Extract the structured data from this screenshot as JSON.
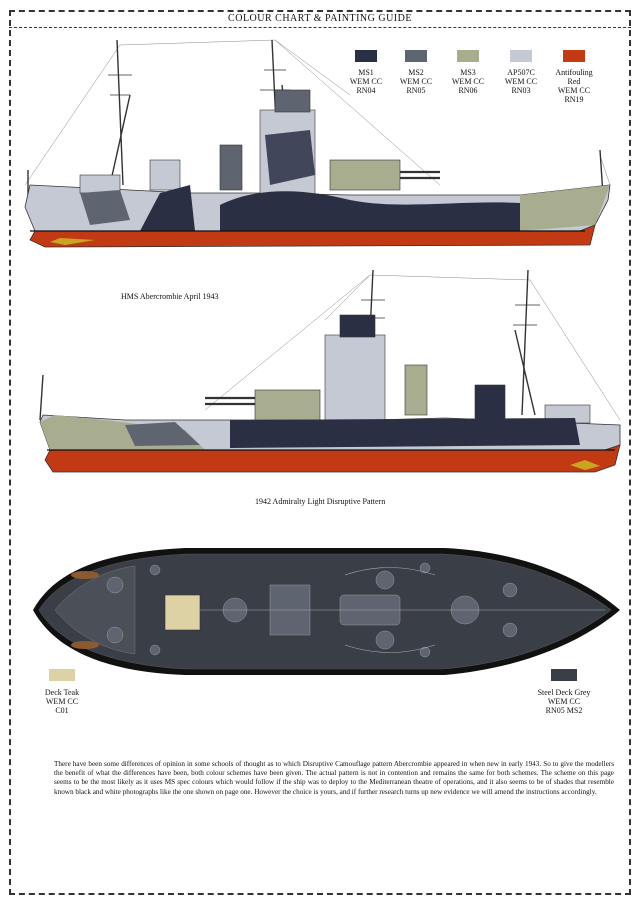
{
  "header": {
    "title": "COLOUR CHART & PAINTING GUIDE"
  },
  "colours": {
    "ms1": "#2a2f44",
    "ms2": "#5e6470",
    "ms3": "#a8ad90",
    "ap507c": "#c5c9d3",
    "red": "#c13a14",
    "teak": "#ddd2a4",
    "deck_grey": "#3a3e47"
  },
  "swatches": [
    {
      "lines": [
        "MS1",
        "WEM CC",
        "RN04"
      ],
      "color": "#2a2f44"
    },
    {
      "lines": [
        "MS2",
        "WEM CC",
        "RN05"
      ],
      "color": "#5e6470"
    },
    {
      "lines": [
        "MS3",
        "WEM CC",
        "RN06"
      ],
      "color": "#a8ad90"
    },
    {
      "lines": [
        "AP507C",
        "WEM CC",
        "RN03"
      ],
      "color": "#c5c9d3"
    },
    {
      "lines": [
        "Antifouling",
        "Red",
        "WEM CC",
        "RN19"
      ],
      "color": "#c13a14"
    }
  ],
  "captions": {
    "ship1": "HMS Abercrombie April 1943",
    "ship2": "1942 Admiralty Light Disruptive Pattern"
  },
  "deck_legend": {
    "teak": {
      "line1": "Deck Teak",
      "line2": "WEM CC",
      "line3": "C01"
    },
    "grey": {
      "line1": "Steel Deck Grey",
      "line2": "WEM CC",
      "line3": "RN05 MS2"
    }
  },
  "paragraph": "There have been some differences of opinion in some schools of thought as to which Disruptive Camouflage pattern Abercrombie appeared in when new in early 1943.  So to give the modellers the benefit of what the differences have been, both colour schemes have been given. The actual pattern is not in contention and remains the same for both schemes. The scheme on this page seems to be the most likely as it uses MS spec colours which would follow if the ship was to deploy to the Mediterranean theatre of operations, and it also seems to be of shades that resemble known black and white photographs like the one shown on page one. However the choice is yours, and if further research turns up new evidence we will amend the instructions accordingly."
}
